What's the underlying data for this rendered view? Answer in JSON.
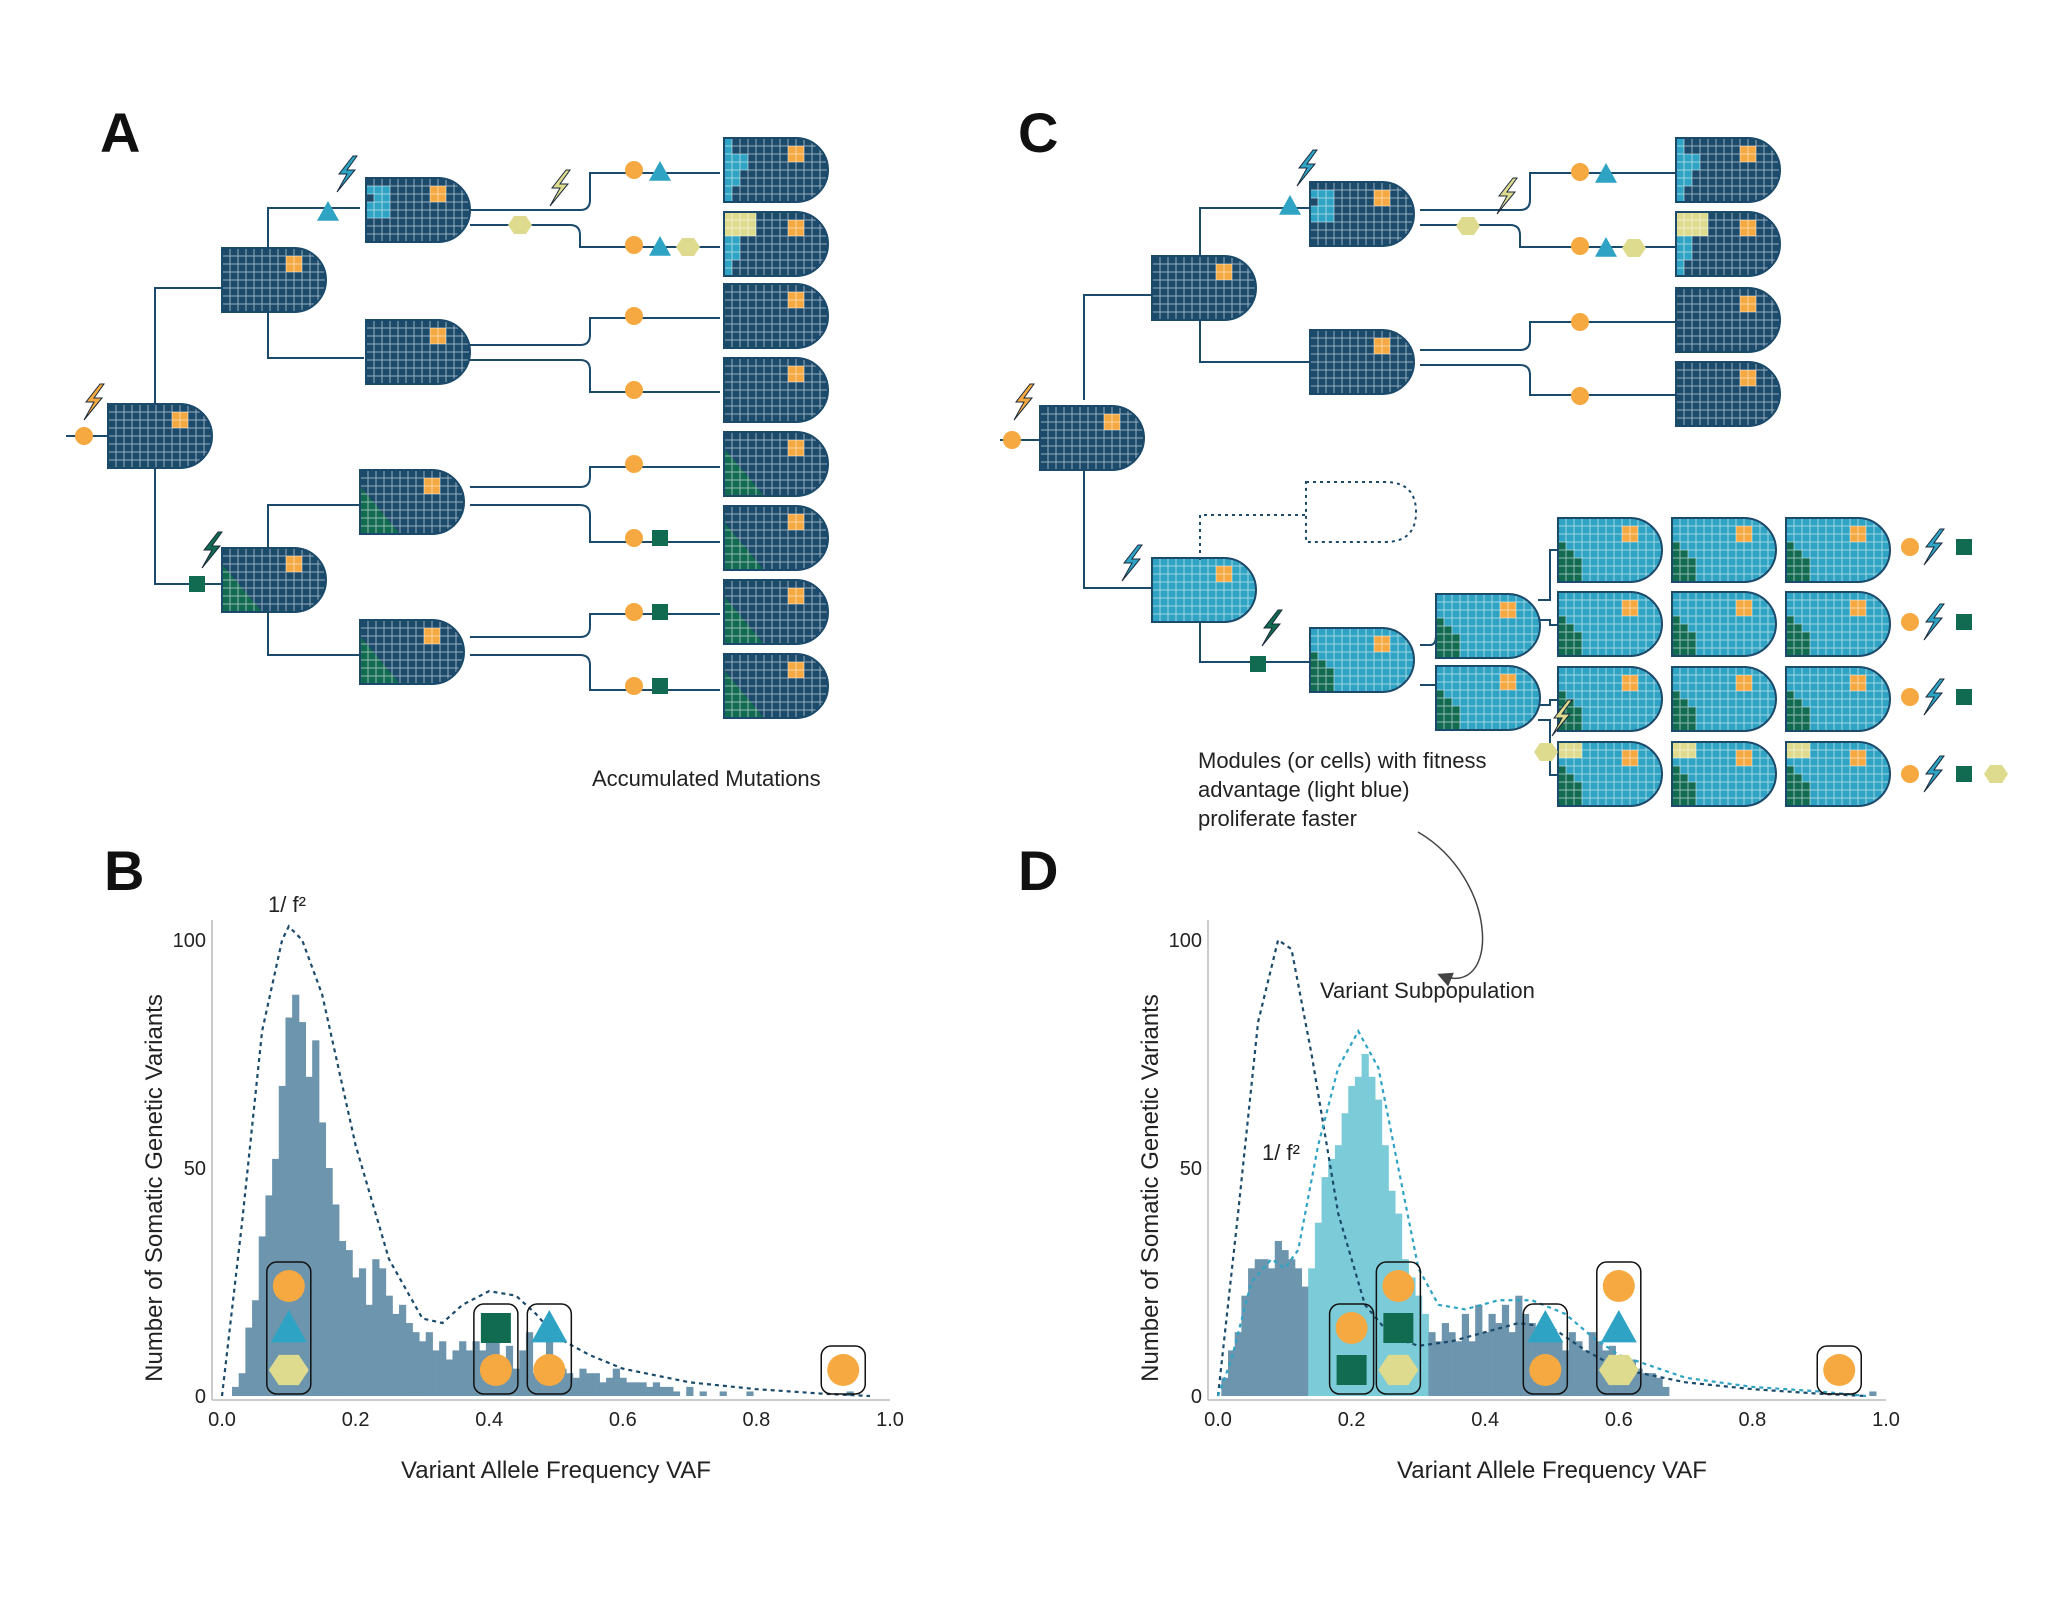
{
  "panels": {
    "a": "A",
    "b": "B",
    "c": "C",
    "d": "D"
  },
  "annotations": {
    "accumulated": "Accumulated Mutations",
    "fitness_line1": "Modules (or cells) with fitness",
    "fitness_line2": "advantage (light blue)",
    "fitness_line3": "proliferate faster",
    "variant_subpop": "Variant Subpopulation",
    "curve_label_b": "1/ f²",
    "curve_label_d": "1/ f²"
  },
  "colors": {
    "dark_blue": "#1b4a6b",
    "light_blue": "#2ea3c4",
    "dark_green": "#116b50",
    "orange": "#f7a941",
    "pale_yellow": "#dedb8f",
    "hist_gray": "#6d95ad",
    "hist_light": "#7ccbd8"
  },
  "icons": [
    "orange-circle-icon",
    "blue-triangle-icon",
    "yellow-hexagon-icon",
    "green-square-icon",
    "lightning-icon"
  ],
  "chart_data": [
    {
      "type": "bar",
      "panel": "B",
      "xlabel": "Variant Allele Frequency VAF",
      "ylabel": "Number of Somatic Genetic Variants",
      "xlim": [
        0.0,
        1.0
      ],
      "ylim": [
        0,
        100
      ],
      "xticks": [
        "0.0",
        "0.2",
        "0.4",
        "0.6",
        "0.8",
        "1.0"
      ],
      "yticks": [
        "0",
        "50",
        "100"
      ],
      "bin_width": 0.01,
      "series": [
        {
          "x": [
            0.02,
            0.03,
            0.04,
            0.05,
            0.06,
            0.07,
            0.08,
            0.09,
            0.1,
            0.11,
            0.12,
            0.13,
            0.14,
            0.15,
            0.16,
            0.17,
            0.18,
            0.19,
            0.2,
            0.21,
            0.22,
            0.23,
            0.24,
            0.25,
            0.26,
            0.27,
            0.28,
            0.29,
            0.3,
            0.31,
            0.32,
            0.33,
            0.34,
            0.35,
            0.36,
            0.37,
            0.38,
            0.39,
            0.4,
            0.41,
            0.42,
            0.43,
            0.44,
            0.45,
            0.46,
            0.47,
            0.48,
            0.49,
            0.5,
            0.51,
            0.52,
            0.53,
            0.54,
            0.55,
            0.56,
            0.57,
            0.58,
            0.59,
            0.6,
            0.61,
            0.62,
            0.63,
            0.64,
            0.65,
            0.66,
            0.67,
            0.68,
            0.7,
            0.72,
            0.75,
            0.79,
            0.94
          ],
          "values": [
            2,
            5,
            15,
            21,
            35,
            44,
            52,
            68,
            83,
            88,
            82,
            70,
            78,
            60,
            50,
            42,
            34,
            32,
            26,
            28,
            20,
            30,
            28,
            22,
            18,
            20,
            16,
            14,
            12,
            14,
            10,
            12,
            8,
            10,
            12,
            10,
            12,
            10,
            12,
            14,
            8,
            11,
            6,
            10,
            14,
            5,
            6,
            12,
            8,
            6,
            5,
            4,
            6,
            5,
            5,
            3,
            4,
            6,
            4,
            3,
            3,
            3,
            2,
            3,
            2,
            2,
            1,
            2,
            1,
            1,
            1,
            1
          ]
        },
        {
          "name": "1/ f²",
          "type": "line",
          "x": [
            0.0,
            0.03,
            0.06,
            0.09,
            0.1,
            0.12,
            0.15,
            0.2,
            0.25,
            0.3,
            0.33,
            0.36,
            0.4,
            0.44,
            0.47,
            0.5,
            0.55,
            0.6,
            0.7,
            0.8,
            0.9,
            0.97
          ],
          "values": [
            0,
            38,
            80,
            100,
            103,
            100,
            88,
            55,
            30,
            17,
            16,
            20,
            23,
            22,
            18,
            13,
            9,
            6,
            3,
            1.5,
            0.5,
            0
          ]
        }
      ],
      "groups": [
        {
          "x": 0.1,
          "markers": [
            "circle",
            "triangle",
            "hexagon"
          ]
        },
        {
          "x": 0.41,
          "markers": [
            "square",
            "circle"
          ]
        },
        {
          "x": 0.49,
          "markers": [
            "triangle",
            "circle"
          ]
        },
        {
          "x": 0.93,
          "markers": [
            "circle"
          ]
        }
      ]
    },
    {
      "type": "bar",
      "panel": "D",
      "xlabel": "Variant Allele Frequency VAF",
      "ylabel": "Number of Somatic Genetic Variants",
      "xlim": [
        0.0,
        1.0
      ],
      "ylim": [
        0,
        100
      ],
      "xticks": [
        "0.0",
        "0.2",
        "0.4",
        "0.6",
        "0.8",
        "1.0"
      ],
      "yticks": [
        "0",
        "50",
        "100"
      ],
      "bin_width": 0.01,
      "series": [
        {
          "x": [
            0.01,
            0.02,
            0.03,
            0.04,
            0.05,
            0.06,
            0.07,
            0.08,
            0.09,
            0.1,
            0.11,
            0.12,
            0.13
          ],
          "values": [
            4,
            10,
            14,
            22,
            28,
            30,
            30,
            28,
            34,
            32,
            30,
            28,
            24
          ]
        },
        {
          "x": [
            0.14,
            0.15,
            0.16,
            0.17,
            0.18,
            0.19,
            0.2,
            0.21,
            0.22,
            0.23,
            0.24,
            0.25,
            0.26,
            0.27,
            0.28,
            0.29,
            0.3,
            0.31
          ],
          "values": [
            28,
            38,
            48,
            52,
            55,
            62,
            68,
            70,
            75,
            70,
            65,
            55,
            45,
            40,
            30,
            26,
            22,
            18
          ]
        },
        {
          "x": [
            0.32,
            0.33,
            0.34,
            0.35,
            0.36,
            0.37,
            0.38,
            0.39,
            0.4,
            0.41,
            0.42,
            0.43,
            0.44,
            0.45,
            0.46,
            0.47,
            0.48,
            0.49,
            0.5,
            0.51,
            0.52,
            0.53,
            0.54,
            0.55,
            0.56,
            0.57,
            0.58,
            0.59,
            0.6,
            0.61,
            0.62,
            0.63,
            0.64,
            0.65,
            0.66,
            0.67,
            0.98
          ],
          "values": [
            14,
            12,
            16,
            14,
            12,
            18,
            12,
            20,
            14,
            18,
            16,
            20,
            14,
            22,
            18,
            16,
            14,
            16,
            14,
            12,
            10,
            14,
            12,
            10,
            14,
            12,
            10,
            11,
            9,
            8,
            8,
            6,
            5,
            5,
            4,
            2,
            1
          ]
        },
        {
          "name": "1/ f²",
          "type": "line",
          "x": [
            0.0,
            0.03,
            0.06,
            0.09,
            0.11,
            0.14,
            0.18,
            0.22,
            0.26,
            0.3,
            0.35,
            0.4,
            0.45,
            0.5,
            0.55,
            0.6,
            0.7,
            0.8,
            0.9,
            0.97
          ],
          "values": [
            0,
            40,
            82,
            100,
            98,
            75,
            40,
            20,
            13,
            11,
            12,
            14,
            16,
            15,
            10,
            6,
            3,
            1.5,
            0.5,
            0
          ]
        },
        {
          "name": "Variant Subpopulation",
          "type": "line",
          "x": [
            0.0,
            0.02,
            0.05,
            0.08,
            0.1,
            0.12,
            0.15,
            0.18,
            0.21,
            0.24,
            0.27,
            0.3,
            0.33,
            0.37,
            0.42,
            0.47,
            0.52,
            0.56,
            0.6,
            0.7,
            0.8,
            0.9,
            0.97
          ],
          "values": [
            0,
            8,
            25,
            30,
            28,
            32,
            55,
            72,
            80,
            72,
            50,
            28,
            20,
            19,
            21,
            21,
            18,
            13,
            9,
            4,
            2,
            1,
            0
          ]
        }
      ],
      "groups": [
        {
          "x": 0.2,
          "markers": [
            "circle",
            "square"
          ]
        },
        {
          "x": 0.27,
          "markers": [
            "circle",
            "square",
            "hexagon"
          ]
        },
        {
          "x": 0.49,
          "markers": [
            "triangle",
            "circle"
          ]
        },
        {
          "x": 0.6,
          "markers": [
            "circle",
            "triangle",
            "hexagon"
          ]
        },
        {
          "x": 0.93,
          "markers": [
            "circle"
          ]
        }
      ]
    }
  ]
}
